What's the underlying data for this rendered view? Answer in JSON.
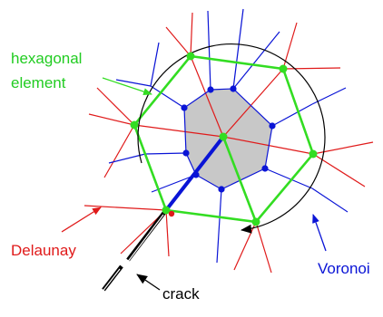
{
  "labels": {
    "hexagonal_line1": "hexagonal",
    "hexagonal_line2": "element",
    "delaunay": "Delaunay",
    "voronoi": "Voronoi",
    "crack": "crack"
  },
  "colors": {
    "hexagon": "#33dd22",
    "voronoi": "#0a14d6",
    "delaunay": "#e01a1a",
    "cell_fill": "#c8c8c8",
    "crack": "#000000",
    "label_hex": "#22cc22",
    "label_delaunay": "#e01a1a",
    "label_voronoi": "#0a14d6",
    "label_crack": "#000000"
  }
}
